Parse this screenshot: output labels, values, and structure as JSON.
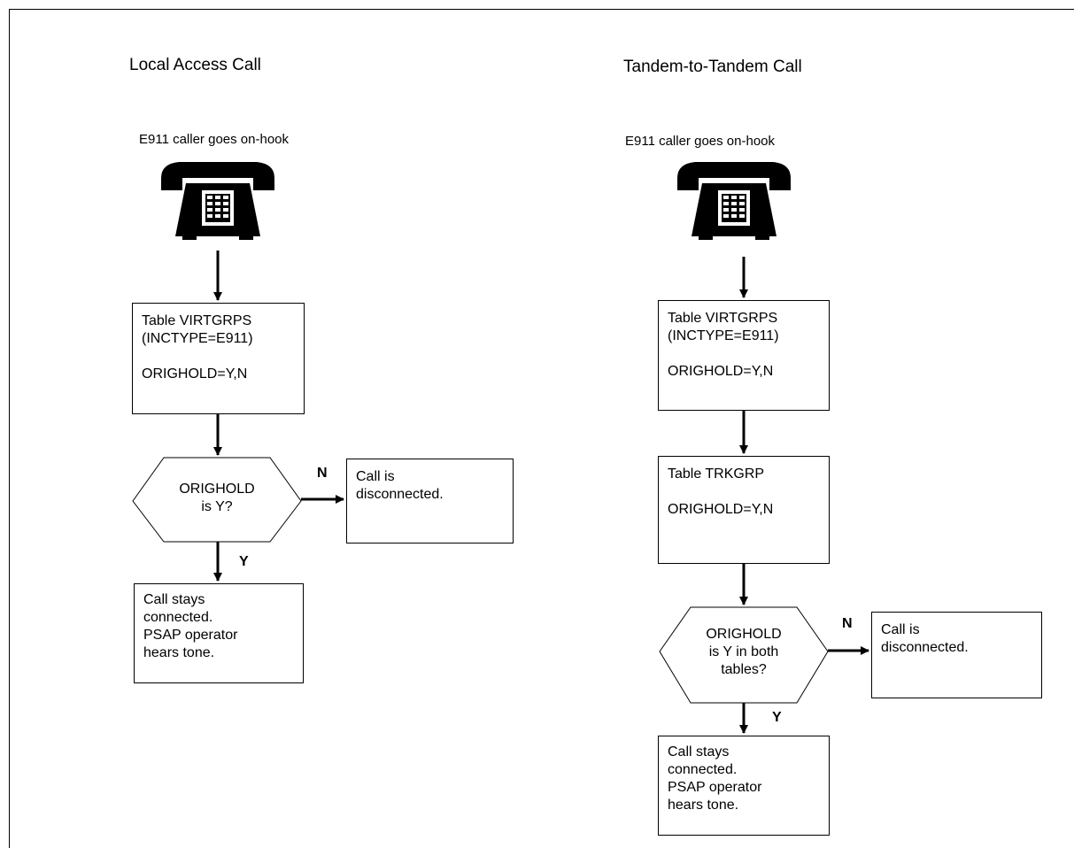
{
  "left": {
    "title": "Local Access Call",
    "caption": "E911 caller goes on-hook",
    "box1": [
      "Table VIRTGRPS",
      "(INCTYPE=E911)",
      "",
      "ORIGHOLD=Y,N"
    ],
    "decision": [
      "ORIGHOLD",
      "is Y?"
    ],
    "no_label": "N",
    "yes_label": "Y",
    "no_box": [
      "Call is",
      "disconnected."
    ],
    "yes_box": [
      "Call stays",
      "connected.",
      "PSAP operator",
      "hears tone."
    ]
  },
  "right": {
    "title": "Tandem-to-Tandem Call",
    "caption": "E911 caller goes on-hook",
    "box1": [
      "Table VIRTGRPS",
      "(INCTYPE=E911)",
      "",
      "ORIGHOLD=Y,N"
    ],
    "box2": [
      "Table TRKGRP",
      "",
      "ORIGHOLD=Y,N"
    ],
    "decision": [
      "ORIGHOLD",
      "is Y in both",
      "tables?"
    ],
    "no_label": "N",
    "yes_label": "Y",
    "no_box": [
      "Call is",
      "disconnected."
    ],
    "yes_box": [
      "Call stays",
      "connected.",
      "PSAP operator",
      "hears tone."
    ]
  }
}
